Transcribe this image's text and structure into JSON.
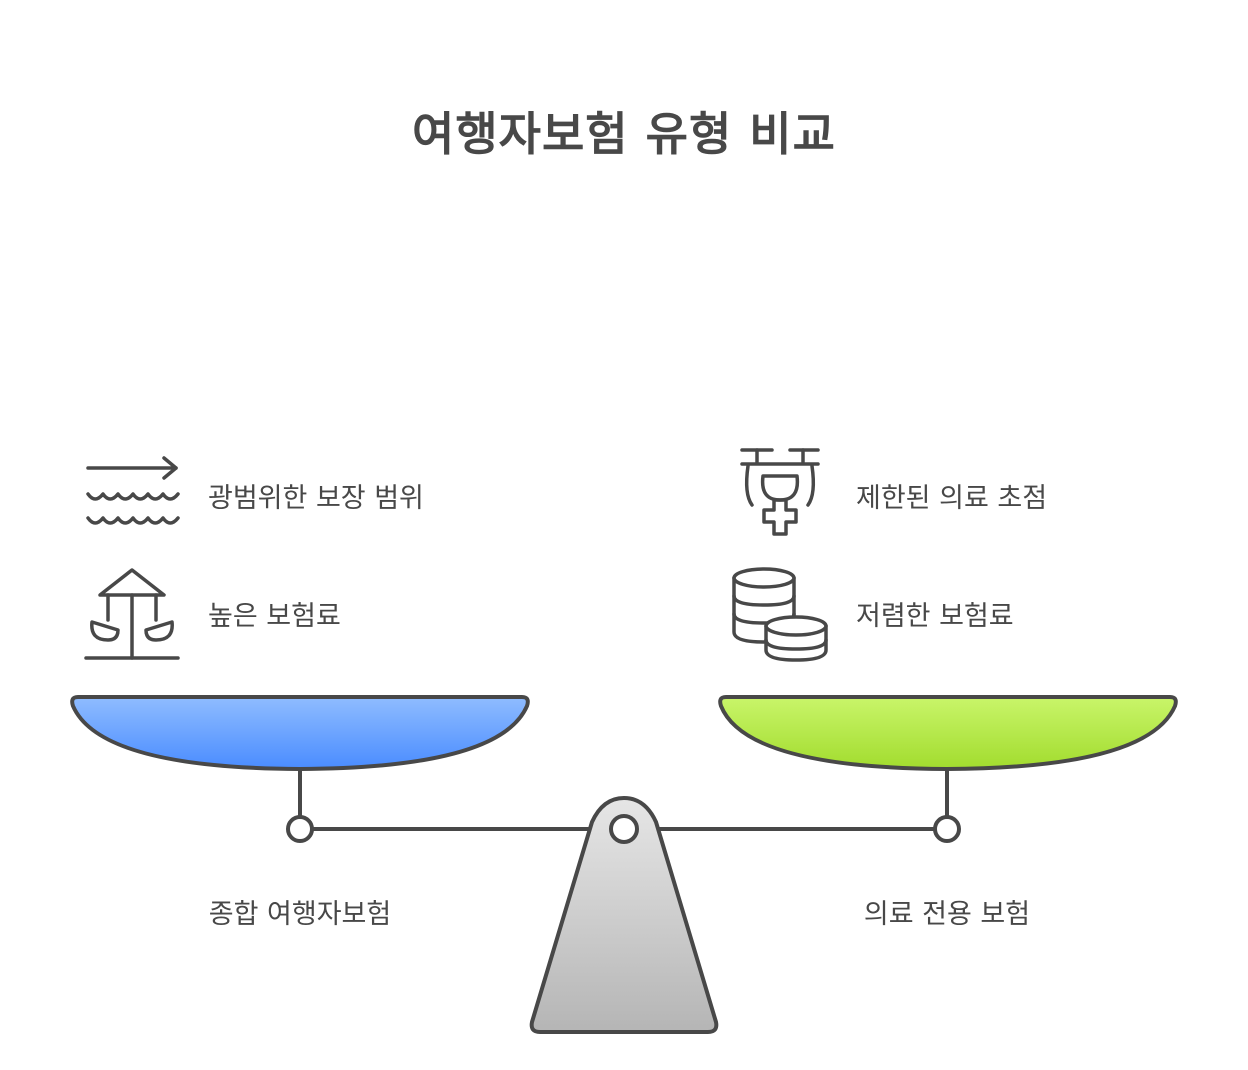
{
  "title": "여행자보험 유형 비교",
  "left": {
    "pan_label": "종합 여행자보험",
    "pan_color_top": "#8fbcff",
    "pan_color_bottom": "#4a8cff",
    "features": [
      {
        "icon": "wide-waves-arrow-icon",
        "text": "광범위한 보장 범위"
      },
      {
        "icon": "swing-ride-icon",
        "text": "높은 보험료"
      }
    ]
  },
  "right": {
    "pan_label": "의료 전용 보험",
    "pan_color_top": "#c9f56a",
    "pan_color_bottom": "#a2dc2e",
    "features": [
      {
        "icon": "medical-drone-icon",
        "text": "제한된 의료 초점"
      },
      {
        "icon": "coin-stacks-icon",
        "text": "저렴한 보험료"
      }
    ]
  },
  "colors": {
    "stroke": "#484848",
    "fulcrum_top": "#e6e6e6",
    "fulcrum_bottom": "#b5b5b5"
  }
}
